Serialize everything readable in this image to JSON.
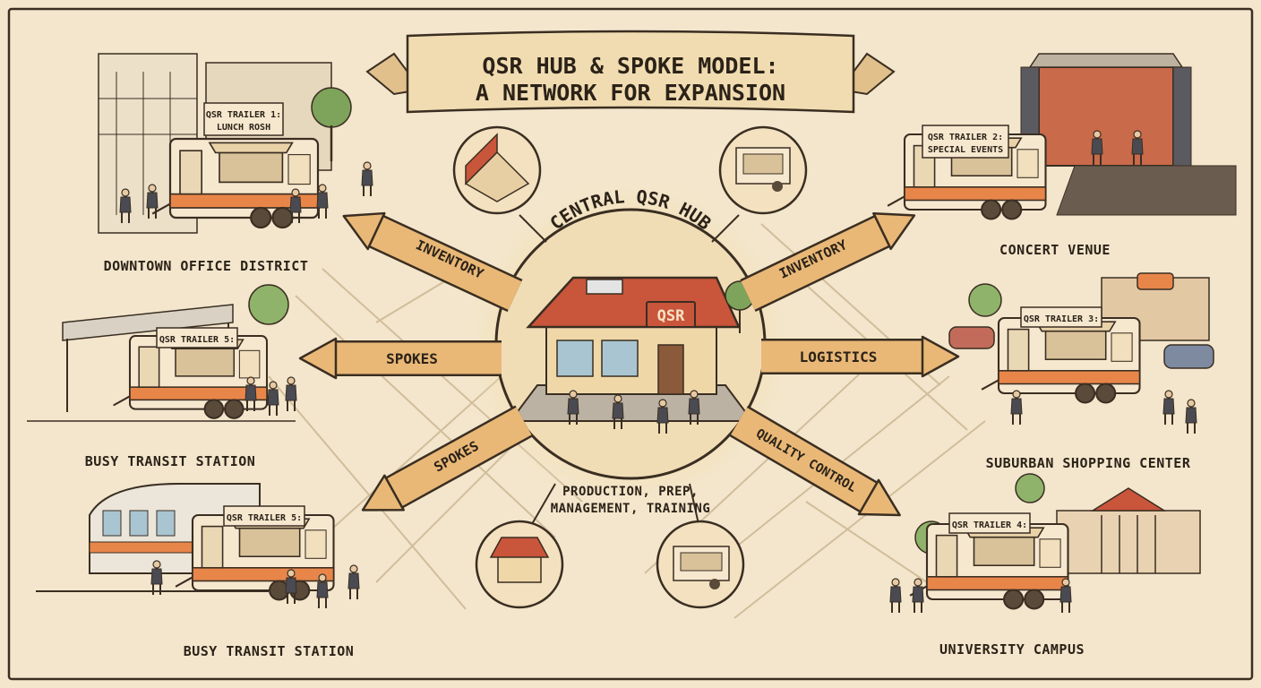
{
  "title": {
    "line1": "QSR HUB & SPOKE MODEL:",
    "line2": "A NETWORK FOR EXPANSION"
  },
  "hub": {
    "label": "CENTRAL QSR HUB",
    "sign": "QSR",
    "bottom_label_line1": "PRODUCTION, PREP,",
    "bottom_label_line2": "MANAGEMENT, TRAINING"
  },
  "arrows": {
    "upper_left": "INVENTORY",
    "upper_right": "INVENTORY",
    "left": "SPOKES",
    "right": "LOGISTICS",
    "lower_left": "SPOKES",
    "lower_right": "QUALITY CONTROL"
  },
  "spokes": {
    "downtown": {
      "location": "DOWNTOWN OFFICE DISTRICT",
      "trailer_line1": "QSR TRAILER 1:",
      "trailer_line2": "LUNCH ROSH"
    },
    "concert": {
      "location": "CONCERT VENUE",
      "trailer_line1": "QSR TRAILER 2:",
      "trailer_line2": "SPECIAL EVENTS"
    },
    "transit_upper": {
      "location": "BUSY TRANSIT STATION",
      "trailer_line1": "QSR TRAILER 5:"
    },
    "suburban": {
      "location": "SUBURBAN SHOPPING CENTER",
      "trailer_line1": "QSR TRAILER 3:"
    },
    "transit_lower": {
      "location": "BUSY TRANSIT STATION",
      "trailer_line1": "QSR TRAILER 5:"
    },
    "university": {
      "location": "UNIVERSITY CAMPUS",
      "trailer_line1": "QSR TRAILER 4:"
    }
  },
  "colors": {
    "paper": "#f3e6cc",
    "ink": "#3a2e22",
    "arrow": "#e9b877",
    "banner": "#f1dcb1",
    "roof": "#c9553b",
    "trailer_stripe": "#e8864a"
  }
}
